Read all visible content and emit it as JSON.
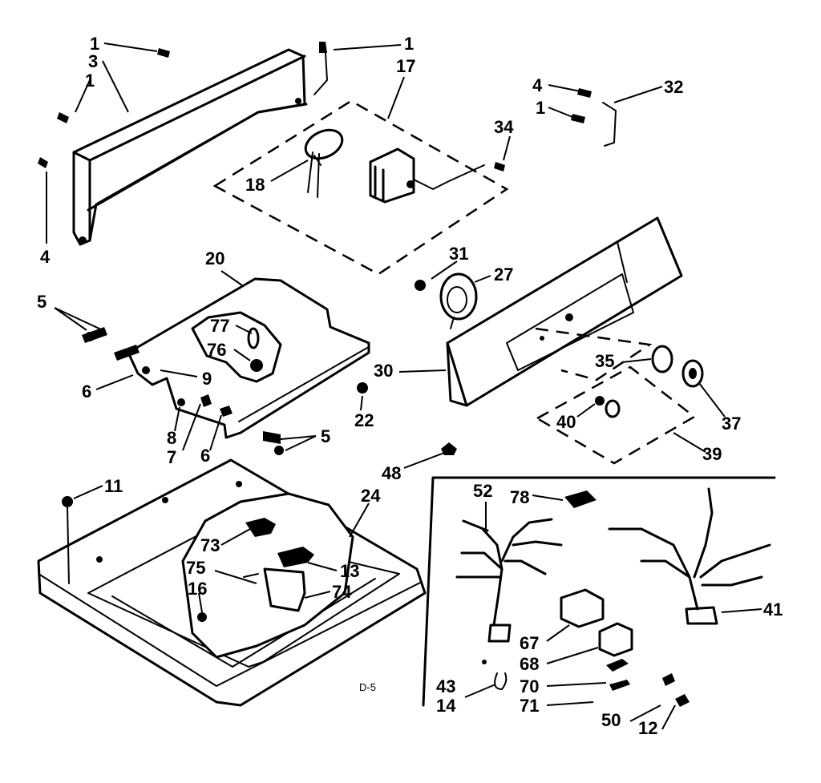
{
  "page_code": "D-5",
  "part_labels": [
    {
      "id": "p1a",
      "text": "1"
    },
    {
      "id": "p3",
      "text": "3"
    },
    {
      "id": "p1b",
      "text": "1"
    },
    {
      "id": "p1c",
      "text": "1"
    },
    {
      "id": "p17",
      "text": "17"
    },
    {
      "id": "p4a",
      "text": "4"
    },
    {
      "id": "p32",
      "text": "32"
    },
    {
      "id": "p1d",
      "text": "1"
    },
    {
      "id": "p34",
      "text": "34"
    },
    {
      "id": "p18",
      "text": "18"
    },
    {
      "id": "p4b",
      "text": "4"
    },
    {
      "id": "p20",
      "text": "20"
    },
    {
      "id": "p31",
      "text": "31"
    },
    {
      "id": "p27",
      "text": "27"
    },
    {
      "id": "p5a",
      "text": "5"
    },
    {
      "id": "p77",
      "text": "77"
    },
    {
      "id": "p76",
      "text": "76"
    },
    {
      "id": "p9",
      "text": "9"
    },
    {
      "id": "p6a",
      "text": "6"
    },
    {
      "id": "p30",
      "text": "30"
    },
    {
      "id": "p35",
      "text": "35"
    },
    {
      "id": "p22",
      "text": "22"
    },
    {
      "id": "p8",
      "text": "8"
    },
    {
      "id": "p7",
      "text": "7"
    },
    {
      "id": "p6b",
      "text": "6"
    },
    {
      "id": "p5b",
      "text": "5"
    },
    {
      "id": "p37",
      "text": "37"
    },
    {
      "id": "p40",
      "text": "40"
    },
    {
      "id": "p39",
      "text": "39"
    },
    {
      "id": "p48",
      "text": "48"
    },
    {
      "id": "p11",
      "text": "11"
    },
    {
      "id": "p24",
      "text": "24"
    },
    {
      "id": "p52",
      "text": "52"
    },
    {
      "id": "p78",
      "text": "78"
    },
    {
      "id": "p73",
      "text": "73"
    },
    {
      "id": "p75",
      "text": "75"
    },
    {
      "id": "p13",
      "text": "13"
    },
    {
      "id": "p16",
      "text": "16"
    },
    {
      "id": "p74",
      "text": "74"
    },
    {
      "id": "p41",
      "text": "41"
    },
    {
      "id": "p67",
      "text": "67"
    },
    {
      "id": "p68",
      "text": "68"
    },
    {
      "id": "p43",
      "text": "43"
    },
    {
      "id": "p70",
      "text": "70"
    },
    {
      "id": "p14",
      "text": "14"
    },
    {
      "id": "p71",
      "text": "71"
    },
    {
      "id": "p50",
      "text": "50"
    },
    {
      "id": "p12",
      "text": "12"
    }
  ]
}
